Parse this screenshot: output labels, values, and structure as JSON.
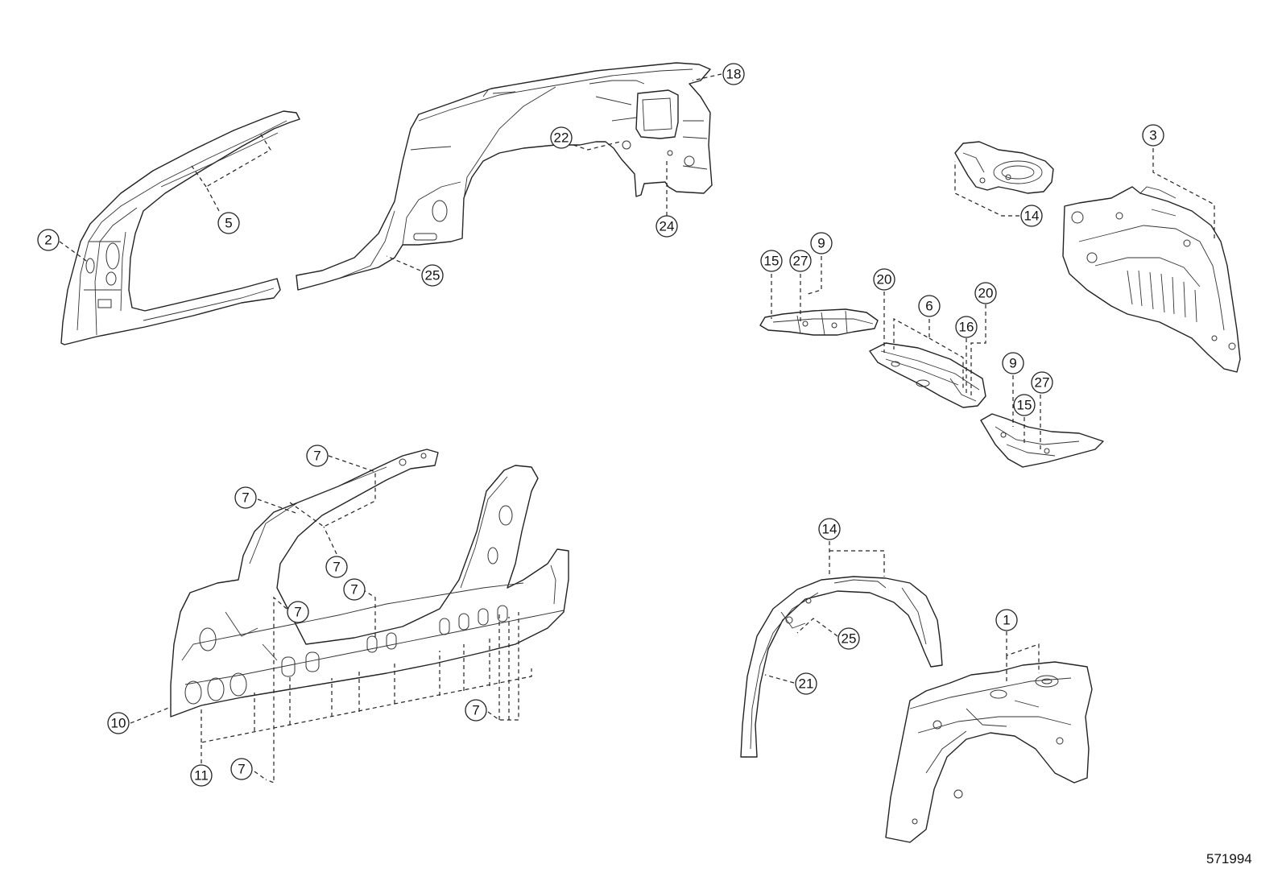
{
  "callouts": {
    "c18": "18",
    "c22": "22",
    "c24": "24",
    "c25a": "25",
    "c2": "2",
    "c5": "5",
    "c3": "3",
    "c14a": "14",
    "c15a": "15",
    "c27a": "27",
    "c9a": "9",
    "c20a": "20",
    "c6": "6",
    "c16": "16",
    "c20b": "20",
    "c9b": "9",
    "c15b": "15",
    "c27b": "27",
    "c7a": "7",
    "c7b": "7",
    "c7c": "7",
    "c7d": "7",
    "c7e": "7",
    "c7f": "7",
    "c7g": "7",
    "c10": "10",
    "c11": "11",
    "c14b": "14",
    "c25b": "25",
    "c21": "21",
    "c1": "1"
  },
  "figure_number": "571994"
}
